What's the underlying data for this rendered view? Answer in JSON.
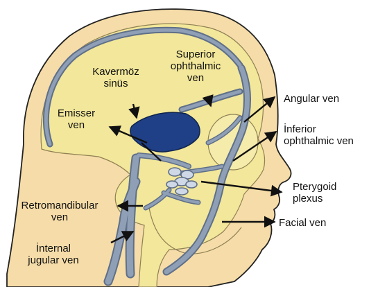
{
  "labels": {
    "kavernoz": "Kavermöz\nsinüs",
    "superior": "Superior\nophthalmic\nven",
    "emisser": "Emisser\nven",
    "angular": "Angular ven",
    "inferior": "İnferior\nophthalmic ven",
    "pterygoid": "Pterygoid\nplexus",
    "retromandibular": "Retromandibular\nven",
    "facial": "Facial ven",
    "jugular": "İnternal\njugular ven"
  },
  "colors": {
    "skin": "#f6dca8",
    "skin_outline": "#222222",
    "bone": "#f2e79a",
    "vein": "#8f9fb6",
    "vein_edge": "#5f6f88",
    "sinus": "#1f3f86",
    "arrow": "#111111"
  }
}
